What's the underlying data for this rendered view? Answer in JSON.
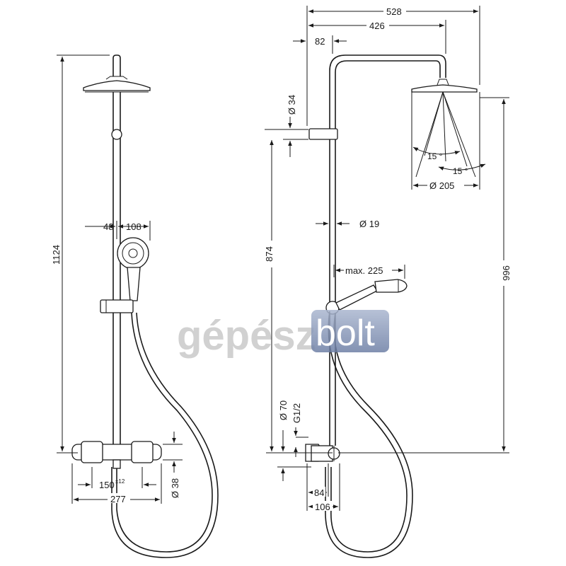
{
  "left_view": {
    "height_total": "1124",
    "handshower_offset": "48",
    "handshower_width": "108",
    "center_distance": "150",
    "center_tolerance": "±12",
    "mixer_width": "277",
    "mixer_diameter": "Ø 38"
  },
  "right_view": {
    "overall_width": "528",
    "arm_reach": "426",
    "wall_clearance": "82",
    "pipe_diameter": "Ø 34",
    "rail_diameter": "Ø 19",
    "holder_height": "874",
    "hose_reach": "max. 225",
    "head_height": "996",
    "spray_angle_1": "15 °",
    "spray_angle_2": "15 °",
    "head_diameter": "Ø 205",
    "connection_diameter": "Ø 70",
    "thread": "G1/2",
    "depth_1": "84",
    "depth_2": "106"
  },
  "watermark": {
    "part1": "gépész",
    "part2": "bolt"
  }
}
